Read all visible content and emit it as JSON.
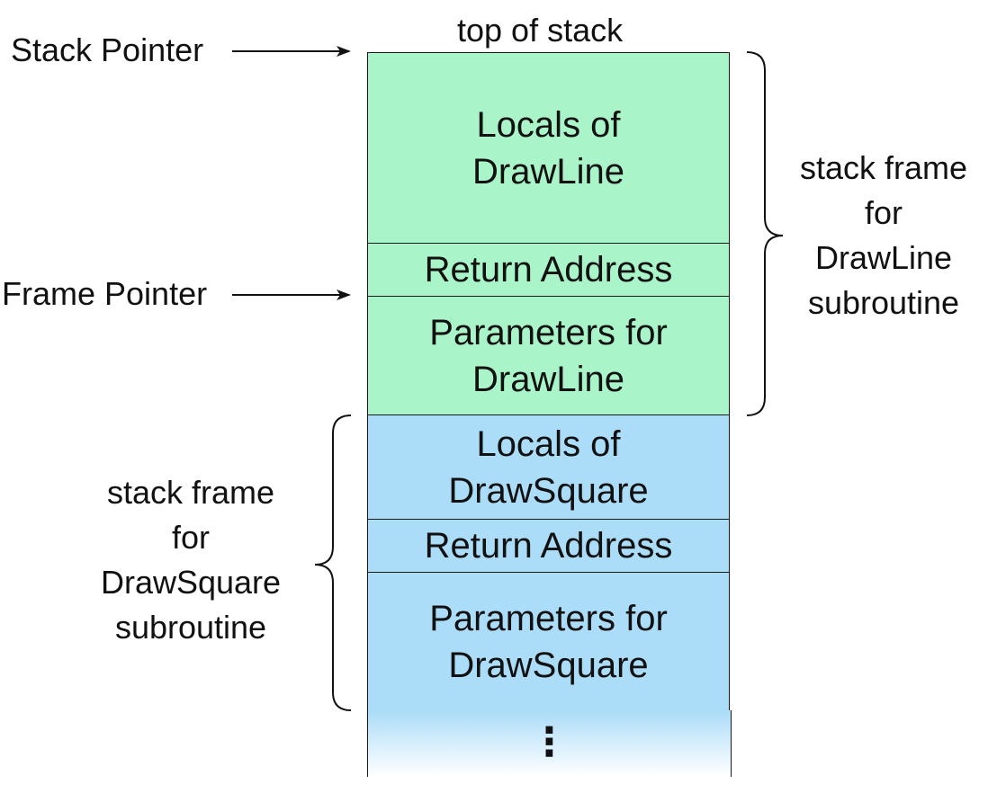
{
  "pointers": {
    "stack_pointer": "Stack Pointer",
    "frame_pointer": "Frame Pointer"
  },
  "top_label": "top of stack",
  "stack": {
    "drawline_locals": [
      "Locals of",
      "DrawLine"
    ],
    "drawline_return": "Return Address",
    "drawline_params": [
      "Parameters for",
      "DrawLine"
    ],
    "drawsquare_locals": [
      "Locals of",
      "DrawSquare"
    ],
    "drawsquare_return": "Return Address",
    "drawsquare_params": [
      "Parameters for",
      "DrawSquare"
    ],
    "continuation": "⋮"
  },
  "frames": {
    "drawline": [
      "stack frame",
      "for",
      "DrawLine",
      "subroutine"
    ],
    "drawsquare": [
      "stack frame",
      "for",
      "DrawSquare",
      "subroutine"
    ]
  },
  "colors": {
    "drawline_frame": "#a9f5c9",
    "drawsquare_frame": "#abdcf8"
  }
}
